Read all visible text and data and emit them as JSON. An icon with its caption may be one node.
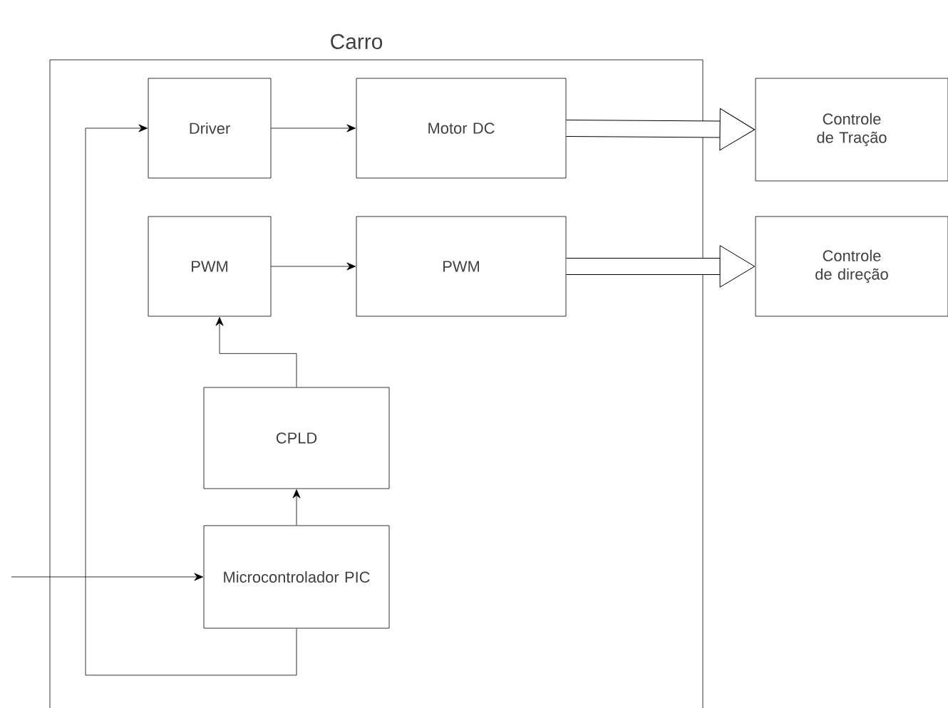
{
  "diagram": {
    "nodes": [
      {
        "text": [
          "Carro"
        ]
      },
      {
        "text": [
          "Driver"
        ],
        "in": 0
      },
      {
        "text": [
          "Motor DC"
        ],
        "in": 0
      },
      {
        "text": [
          "Controle de Tração"
        ]
      },
      {
        "text": [
          "PWM"
        ],
        "in": 0
      },
      {
        "text": [
          "PWM"
        ],
        "in": 0
      },
      {
        "text": [
          "Controle de direção"
        ]
      },
      {
        "text": [
          "CPLD"
        ],
        "in": 0
      },
      {
        "text": [
          "Microcontrolador PIC"
        ],
        "in": 0
      }
    ],
    "edges": [
      {
        "from": 1,
        "to": 2,
        "arrow": "to"
      },
      {
        "from": 2,
        "to": 3,
        "arrow": "to",
        "style": "thick"
      },
      {
        "from": 4,
        "to": 5,
        "arrow": "to"
      },
      {
        "from": 5,
        "to": 6,
        "arrow": "to",
        "style": "thick"
      },
      {
        "from": 7,
        "to": 4,
        "arrow": "to"
      },
      {
        "from": 8,
        "to": 7,
        "arrow": "to"
      },
      {
        "from": null,
        "to": 8,
        "arrow": "to"
      },
      {
        "from": 8,
        "to": 1,
        "arrow": "to"
      }
    ]
  }
}
